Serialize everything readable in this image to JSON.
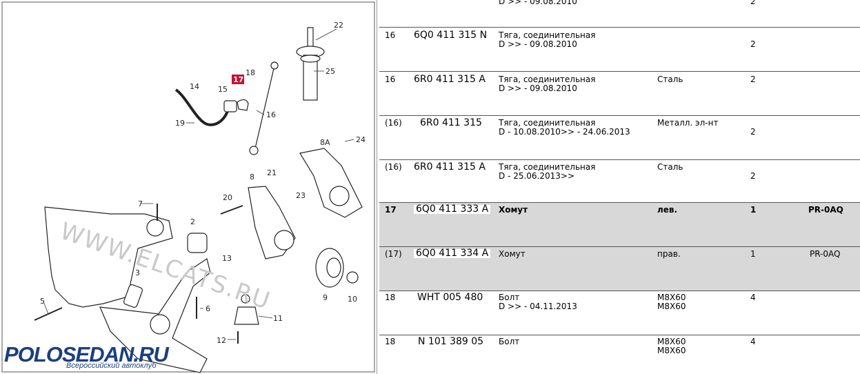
{
  "diagram": {
    "watermark": "WWW.ELCATS.RU",
    "logo": {
      "title": "POLOSEDAN.RU",
      "subtitle": "Всероссийский автоклуб"
    },
    "callouts": [
      "22",
      "25",
      "18",
      "17",
      "14",
      "15",
      "16",
      "19",
      "8A",
      "24",
      "8",
      "21",
      "20",
      "23",
      "7",
      "2",
      "13",
      "9",
      "10",
      "3",
      "6",
      "5",
      "11",
      "12"
    ],
    "highlighted_callout": "17",
    "accent_color": "#c8102e"
  },
  "table": {
    "top_partial": {
      "desc": "D >> - 09.08.2010",
      "qty": "2"
    },
    "rows": [
      {
        "num": "16",
        "part": "6Q0 411 315 N",
        "desc": "Тяга, соединительная\nD >> - 09.08.2010",
        "note": "",
        "qty": "2",
        "code": ""
      },
      {
        "num": "16",
        "part": "6R0 411 315 A",
        "desc": "Тяга, соединительная\nD >> - 09.08.2010",
        "note": "Сталь",
        "qty": "2",
        "code": ""
      },
      {
        "num": "(16)",
        "part": "6R0 411 315",
        "desc": "Тяга, соединительная\nD - 10.08.2010>> - 24.06.2013",
        "note": "Металл. эл-нт",
        "qty": "2",
        "code": ""
      },
      {
        "num": "(16)",
        "part": "6R0 411 315 A",
        "desc": "Тяга, соединительная\nD - 25.06.2013>>",
        "note": "Сталь",
        "qty": "2",
        "code": ""
      },
      {
        "num": "17",
        "part": "6Q0 411 333 A",
        "desc": "Хомут",
        "note": "лев.",
        "qty": "1",
        "code": "PR-0AQ"
      },
      {
        "num": "(17)",
        "part": "6Q0 411 334 A",
        "desc": "Хомут",
        "note": "прав.",
        "qty": "1",
        "code": "PR-0AQ"
      },
      {
        "num": "18",
        "part": "WHT 005 480",
        "desc": "Болт\nD >> - 04.11.2013",
        "note": "M8X60\nM8X60",
        "qty": "4",
        "code": ""
      },
      {
        "num": "18",
        "part": "N 101 389 05",
        "desc": "Болт",
        "note": "M8X60\nM8X60",
        "qty": "4",
        "code": ""
      }
    ]
  }
}
